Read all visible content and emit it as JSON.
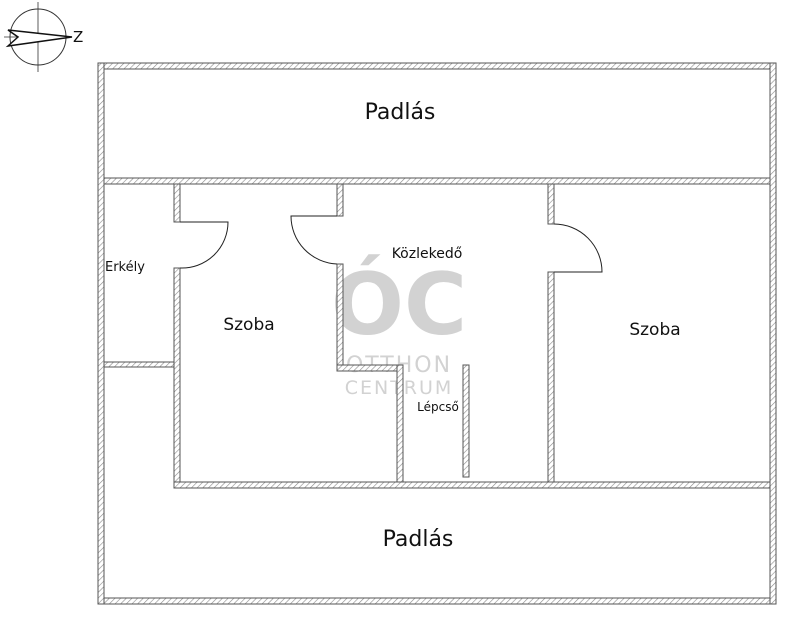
{
  "compass": {
    "letter": "Z"
  },
  "rooms": {
    "attic_top": "Padlás",
    "attic_bottom": "Padlás",
    "balcony": "Erkély",
    "room_left": "Szoba",
    "room_right": "Szoba",
    "corridor": "Közlekedő",
    "stairs": "Lépcső"
  },
  "watermark": {
    "logo_letters": "ÓC",
    "line1": "OTTHON",
    "line2": "CENTRUM"
  },
  "colors": {
    "wall_outline": "#555555",
    "wall_hatch": "#8a8a8a",
    "watermark": "#d2d2d2",
    "text": "#111111"
  }
}
